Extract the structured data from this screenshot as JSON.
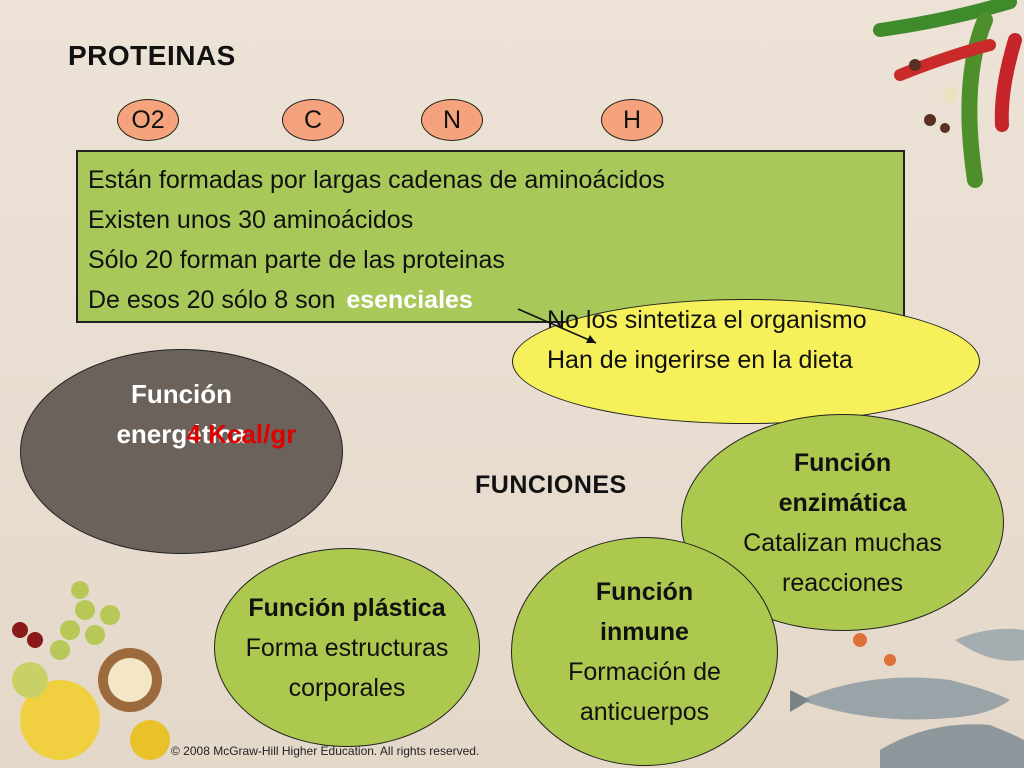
{
  "title": "PROTEINAS",
  "elements": [
    "O2",
    "C",
    "N",
    "H"
  ],
  "facts": [
    "Están formadas por largas cadenas de aminoácidos",
    "Existen unos 30 aminoácidos",
    "Sólo 20 forman parte de las proteinas",
    "De esos 20 sólo 8 son "
  ],
  "highlight": "esenciales",
  "essential_note": [
    "No los sintetiza el organismo",
    "Han de ingerirse en la dieta"
  ],
  "center_label": "FUNCIONES",
  "energetica": {
    "title": "Función energética",
    "value": "4 Kcal/gr"
  },
  "enzimatica": {
    "title": "Función enzimática",
    "desc": "Catalizan muchas reacciones"
  },
  "plastica": {
    "title": "Función plástica",
    "desc": " Forma estructuras corporales"
  },
  "inmune": {
    "title": "Función inmune",
    "desc": "Formación de anticuerpos"
  },
  "copyright": "© 2008 McGraw-Hill Higher Education. All rights reserved.",
  "colors": {
    "box": "#a9c85a",
    "note": "#f6f05a",
    "energetica": "#6b625c",
    "funcs": "#adc84e",
    "elements": "#f4a37c",
    "accent_red": "#e00000"
  }
}
